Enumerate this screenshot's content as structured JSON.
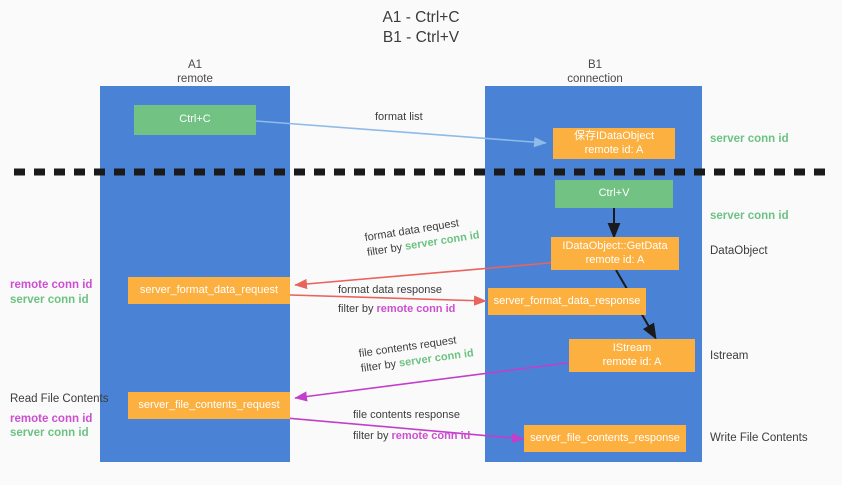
{
  "title": {
    "line1": "A1 - Ctrl+C",
    "line2": "B1 - Ctrl+V"
  },
  "columns": [
    {
      "name": "A1",
      "role": "remote"
    },
    {
      "name": "B1",
      "role": "connection"
    }
  ],
  "colors": {
    "panel_blue": "#4a82d6",
    "box_green": "#74c686",
    "box_orange": "#fbb040",
    "label_green": "#6cc283",
    "label_magenta": "#cc4fd0",
    "arrow_blue": "#8ebbe8",
    "arrow_red": "#e8645c",
    "arrow_magenta": "#c33fc9",
    "arrow_black": "#1a1a1a",
    "background": "#fafafa"
  },
  "nodes": {
    "ctrl_c": {
      "label": "Ctrl+C"
    },
    "save_dataobject": {
      "line1": "保存IDataObject",
      "line2": "remote id: A"
    },
    "ctrl_v": {
      "label": "Ctrl+V"
    },
    "getdata": {
      "line1": "IDataObject::GetData",
      "line2": "remote id: A"
    },
    "istream": {
      "line1": "IStream",
      "line2": "remote id: A"
    },
    "server_format_data_request": {
      "label": "server_format_data_request"
    },
    "server_format_data_response": {
      "label": "server_format_data_response"
    },
    "server_file_contents_request": {
      "label": "server_file_contents_request"
    },
    "server_file_contents_response": {
      "label": "server_file_contents_response"
    }
  },
  "edge_labels": {
    "format_list": {
      "text": "format list"
    },
    "format_data_request": {
      "line1": "format data request",
      "filter_prefix": "filter by ",
      "filter_value": "server conn id"
    },
    "format_data_response": {
      "line1": "format data response",
      "filter_prefix": "filter by ",
      "filter_value": "remote conn id"
    },
    "file_contents_request": {
      "line1": "file contents request",
      "filter_prefix": "filter by ",
      "filter_value": "server conn id"
    },
    "file_contents_response": {
      "line1": "file contents response",
      "filter_prefix": "filter by ",
      "filter_value": "remote conn id"
    }
  },
  "right_labels": [
    {
      "text": "server conn id",
      "kind": "green"
    },
    {
      "text": "server conn id",
      "kind": "green"
    },
    {
      "text": "DataObject",
      "kind": "dark"
    },
    {
      "text": "Istream",
      "kind": "dark"
    },
    {
      "text": "Write File Contents",
      "kind": "dark"
    }
  ],
  "left_labels": {
    "group1_remote": "remote conn id",
    "group1_server": "server conn id",
    "read_file_contents": "Read File Contents",
    "group2_remote": "remote conn id",
    "group2_server": "server conn id"
  }
}
